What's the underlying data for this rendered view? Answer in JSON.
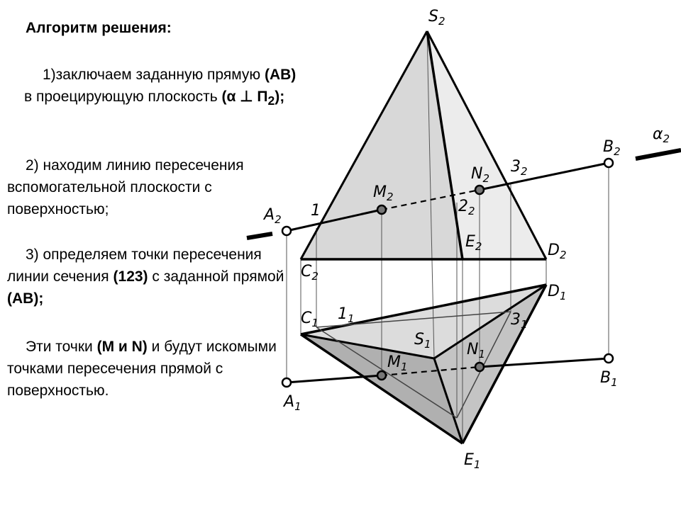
{
  "text": {
    "title": "Алгоритм решения:",
    "step1": {
      "a": "1)заключаем заданную прямую ",
      "b": "(АВ)",
      "c": " в проецирующую плоскость ",
      "d": "(α ",
      "perp": "⊥",
      "e": " П",
      "e_sub": "2",
      "f": ");"
    },
    "step2": "2) находим линию пересечения вспомогательной плоскости с поверхностью;",
    "step3": {
      "a": "3) определяем точки пересечения линии сечения ",
      "b": "(123)",
      "c": " с заданной прямой ",
      "d": "(АВ);"
    },
    "step4": {
      "a": "Эти точки ",
      "b": "(М и N)",
      "c": " и будут искомыми точками пересечения прямой с поверхностью."
    }
  },
  "labels": {
    "S2": {
      "main": "S",
      "sub": "2"
    },
    "alpha2": {
      "main": "α",
      "sub": "2"
    },
    "B2": {
      "main": "B",
      "sub": "2"
    },
    "N2": {
      "main": "N",
      "sub": "2"
    },
    "p3_2": {
      "main": "3",
      "sub": "2"
    },
    "M2": {
      "main": "M",
      "sub": "2"
    },
    "A2": {
      "main": "A",
      "sub": "2"
    },
    "p1": {
      "main": "1",
      "sub": ""
    },
    "p2_2": {
      "main": "2",
      "sub": "2"
    },
    "E2": {
      "main": "E",
      "sub": "2"
    },
    "D2": {
      "main": "D",
      "sub": "2"
    },
    "C2": {
      "main": "C",
      "sub": "2"
    },
    "D1": {
      "main": "D",
      "sub": "1"
    },
    "C1": {
      "main": "C",
      "sub": "1"
    },
    "p1_1": {
      "main": "1",
      "sub": "1"
    },
    "p3_1": {
      "main": "3",
      "sub": "1"
    },
    "S1": {
      "main": "S",
      "sub": "1"
    },
    "N1": {
      "main": "N",
      "sub": "1"
    },
    "M1": {
      "main": "M",
      "sub": "1"
    },
    "B1": {
      "main": "B",
      "sub": "1"
    },
    "A1": {
      "main": "A",
      "sub": "1"
    },
    "E1": {
      "main": "E",
      "sub": "1"
    }
  },
  "colors": {
    "face_light": "#ededed",
    "face_mid": "#d2d2d2",
    "face_dark": "#a9a9a9",
    "line": "#000000"
  }
}
